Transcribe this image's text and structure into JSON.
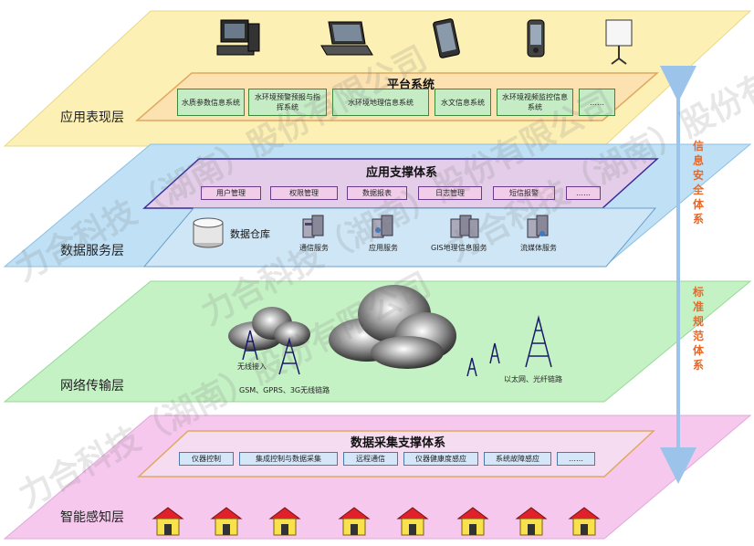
{
  "layers": {
    "application": {
      "label": "应用表现层",
      "panel_title": "平台系统",
      "boxes": [
        "水质参数信息系统",
        "水环境预警预报与指挥系统",
        "水环境地理信息系统",
        "水文信息系统",
        "水环境视频监控信息系统",
        "……"
      ],
      "devices": [
        "desktop-computer-icon",
        "laptop-icon",
        "tablet-icon",
        "smartphone-icon",
        "projector-screen-icon"
      ]
    },
    "data_service": {
      "label": "数据服务层",
      "panel_title": "应用支撑体系",
      "boxes": [
        "用户管理",
        "权限管理",
        "数据报表",
        "日志管理",
        "短信报警",
        "……"
      ],
      "database_label": "数据仓库",
      "services": [
        "通信服务",
        "应用服务",
        "GIS地理信息服务",
        "流媒体服务"
      ]
    },
    "network": {
      "label": "网络传输层",
      "wireless_label": "无线接入",
      "gsm_label": "GSM、GPRS、3G无线链路",
      "ethernet_label": "以太网、光纤链路"
    },
    "collection": {
      "label": "智能感知层",
      "panel_title": "数据采集支撑体系",
      "boxes": [
        "仪器控制",
        "集成控制与数据采集",
        "远程通信",
        "仪器健康度感应",
        "系统故障感应",
        "……"
      ],
      "house_count": 8
    }
  },
  "side_labels": {
    "security": "信息安全体系",
    "standards": "标准规范体系"
  },
  "watermark": "力合科技（湖南）股份有限公司",
  "colors": {
    "application_fill": "#fdf0b4",
    "data_fill": "#bfe0f5",
    "network_fill": "#c5f2c5",
    "collection_fill": "#f6c8ee",
    "arrow": "#9cc3ea",
    "side_text": "#e36a2c"
  }
}
